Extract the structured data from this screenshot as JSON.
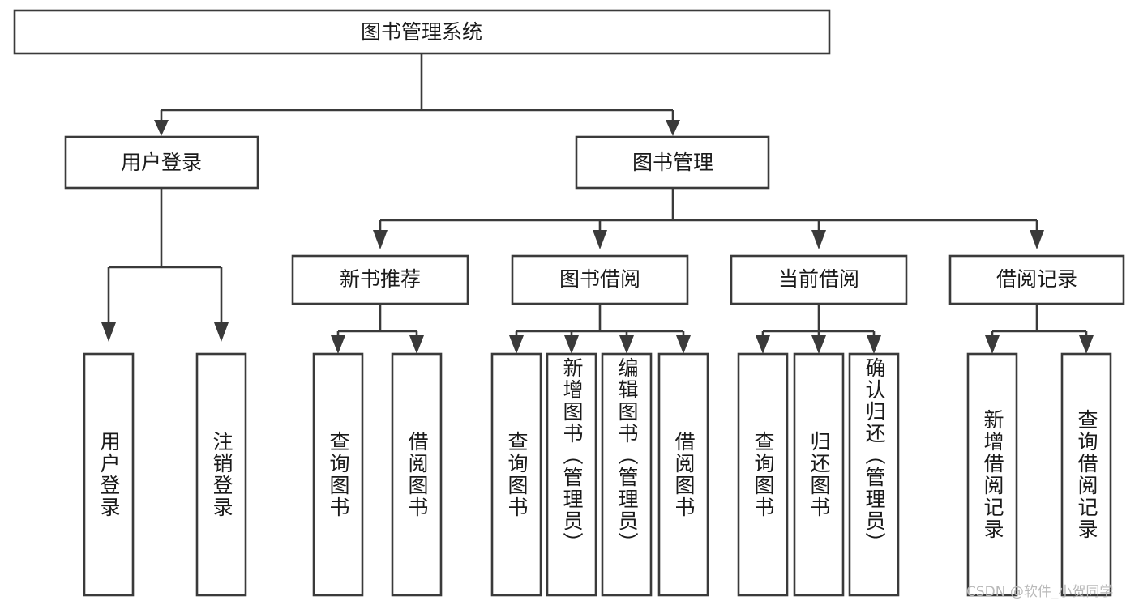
{
  "diagram": {
    "type": "tree-hierarchy-functional-decomposition",
    "title": "图书管理系统",
    "watermark": "CSDN @软件_小贺同学",
    "colors": {
      "stroke": "#3a3a3a",
      "box_fill": "#ffffff",
      "text": "#1a1a1a",
      "background": "#ffffff",
      "watermark": "#b9b9b9"
    },
    "levels": {
      "root": {
        "label": "图书管理系统"
      },
      "level2": [
        {
          "label": "用户登录"
        },
        {
          "label": "图书管理"
        }
      ],
      "level3": [
        {
          "label": "新书推荐"
        },
        {
          "label": "图书借阅"
        },
        {
          "label": "当前借阅"
        },
        {
          "label": "借阅记录"
        }
      ],
      "leaves": {
        "user_login": [
          {
            "label": "用户登录"
          },
          {
            "label": "注销登录"
          }
        ],
        "new_book_recommend": [
          {
            "label": "查询图书"
          },
          {
            "label": "借阅图书"
          }
        ],
        "book_borrow": [
          {
            "label": "查询图书"
          },
          {
            "label": "新增图书（管理员）"
          },
          {
            "label": "编辑图书（管理员）"
          },
          {
            "label": "借阅图书"
          }
        ],
        "current_borrow": [
          {
            "label": "查询图书"
          },
          {
            "label": "归还图书"
          },
          {
            "label": "确认归还（管理员）"
          }
        ],
        "borrow_records": [
          {
            "label": "新增借阅记录"
          },
          {
            "label": "查询借阅记录"
          }
        ]
      }
    }
  }
}
